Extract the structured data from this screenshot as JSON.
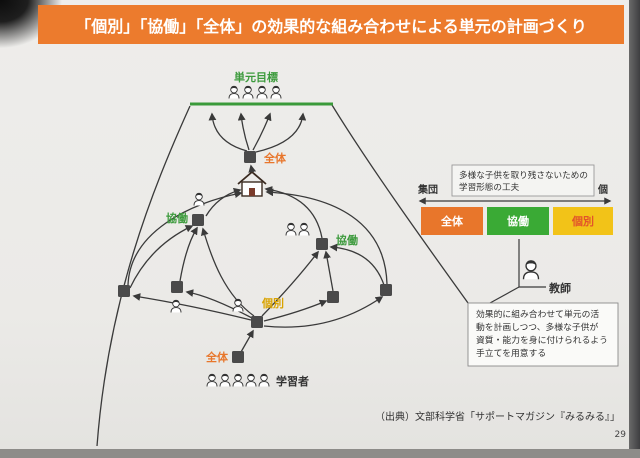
{
  "slide": {
    "title": "「個別」「協働」「全体」の効果的な組み合わせによる単元の計画づくり",
    "source": "（出典）文部科学省「サポートマガジン『みるみる』」",
    "page_number": "29"
  },
  "diagram": {
    "goal_label": "単元目標",
    "learners_label": "学習者",
    "labels": {
      "top_whole": "全体",
      "left_collab": "協働",
      "right_collab": "協働",
      "individual": "個別",
      "bottom_whole": "全体"
    }
  },
  "legend": {
    "caption_lines": [
      "多様な子供を取り残さないための",
      "学習形態の工夫"
    ],
    "axis_left": "集団",
    "axis_right": "個",
    "forms": [
      {
        "label": "全体",
        "color": "#e8762b",
        "text_color": "#ffffff"
      },
      {
        "label": "協働",
        "color": "#3aaa35",
        "text_color": "#ffffff"
      },
      {
        "label": "個別",
        "color": "#f2c318",
        "text_color": "#e2552a"
      }
    ]
  },
  "teacher": {
    "label": "教師",
    "note_lines": [
      "効果的に組み合わせて単元の活",
      "動を計画しつつ、多様な子供が",
      "資質・能力を身に付けられるよう",
      "手立てを用意する"
    ]
  },
  "colors": {
    "title_bar": "#ec7b2d",
    "whole": "#e8762b",
    "collab": "#3c9a3c",
    "individual": "#d9a300",
    "goal_line": "#3a9a3a",
    "text": "#333333"
  },
  "icons": {
    "student": "person-icon",
    "teacher": "teacher-icon",
    "classroom": "house-icon",
    "flow": "arrow-icon"
  }
}
